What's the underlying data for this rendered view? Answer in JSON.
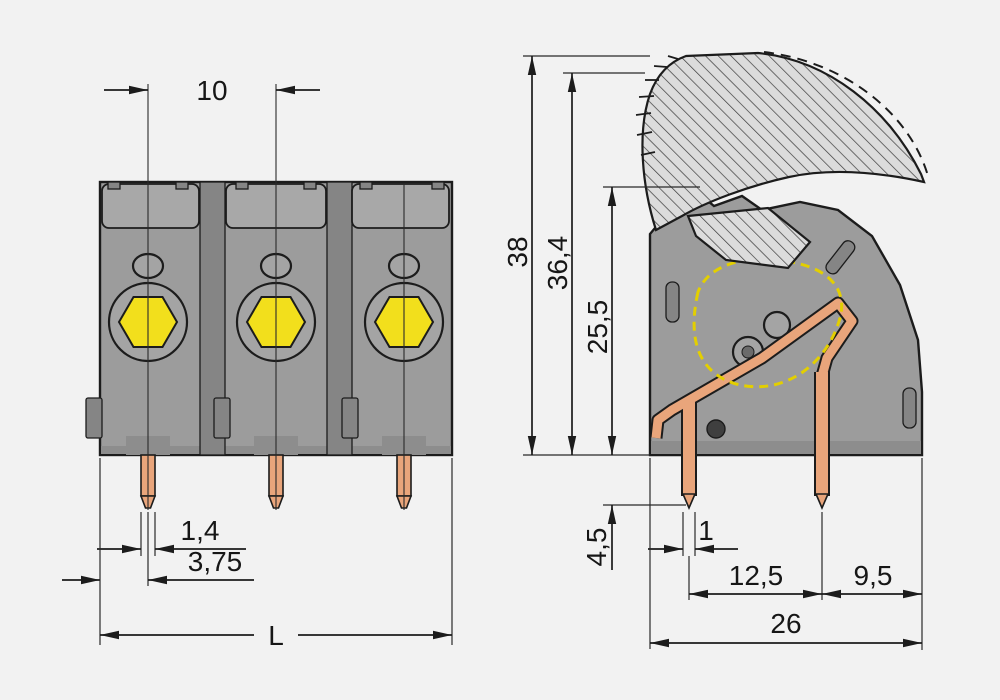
{
  "drawing_title": "Terminal block dimensional drawing (front and side views)",
  "views": {
    "front": {
      "dim_pitch": "10",
      "dim_pin_width": "1,4",
      "dim_edge_to_pin": "3,75",
      "dim_total_length": "L"
    },
    "side": {
      "dim_height_total": "38",
      "dim_height_open_lever": "36,4",
      "dim_height_housing": "25,5",
      "dim_pin_length": "4,5",
      "dim_pin_width": "1",
      "dim_pin_pitch": "12,5",
      "dim_pin_to_back": "9,5",
      "dim_depth_total": "26"
    }
  },
  "colors": {
    "background": "#f2f2f2",
    "body": "#9c9c9c",
    "body_dark": "#858585",
    "accent_yellow": "#f2df1c",
    "copper": "#e9a57b",
    "line": "#1c1c1c"
  }
}
